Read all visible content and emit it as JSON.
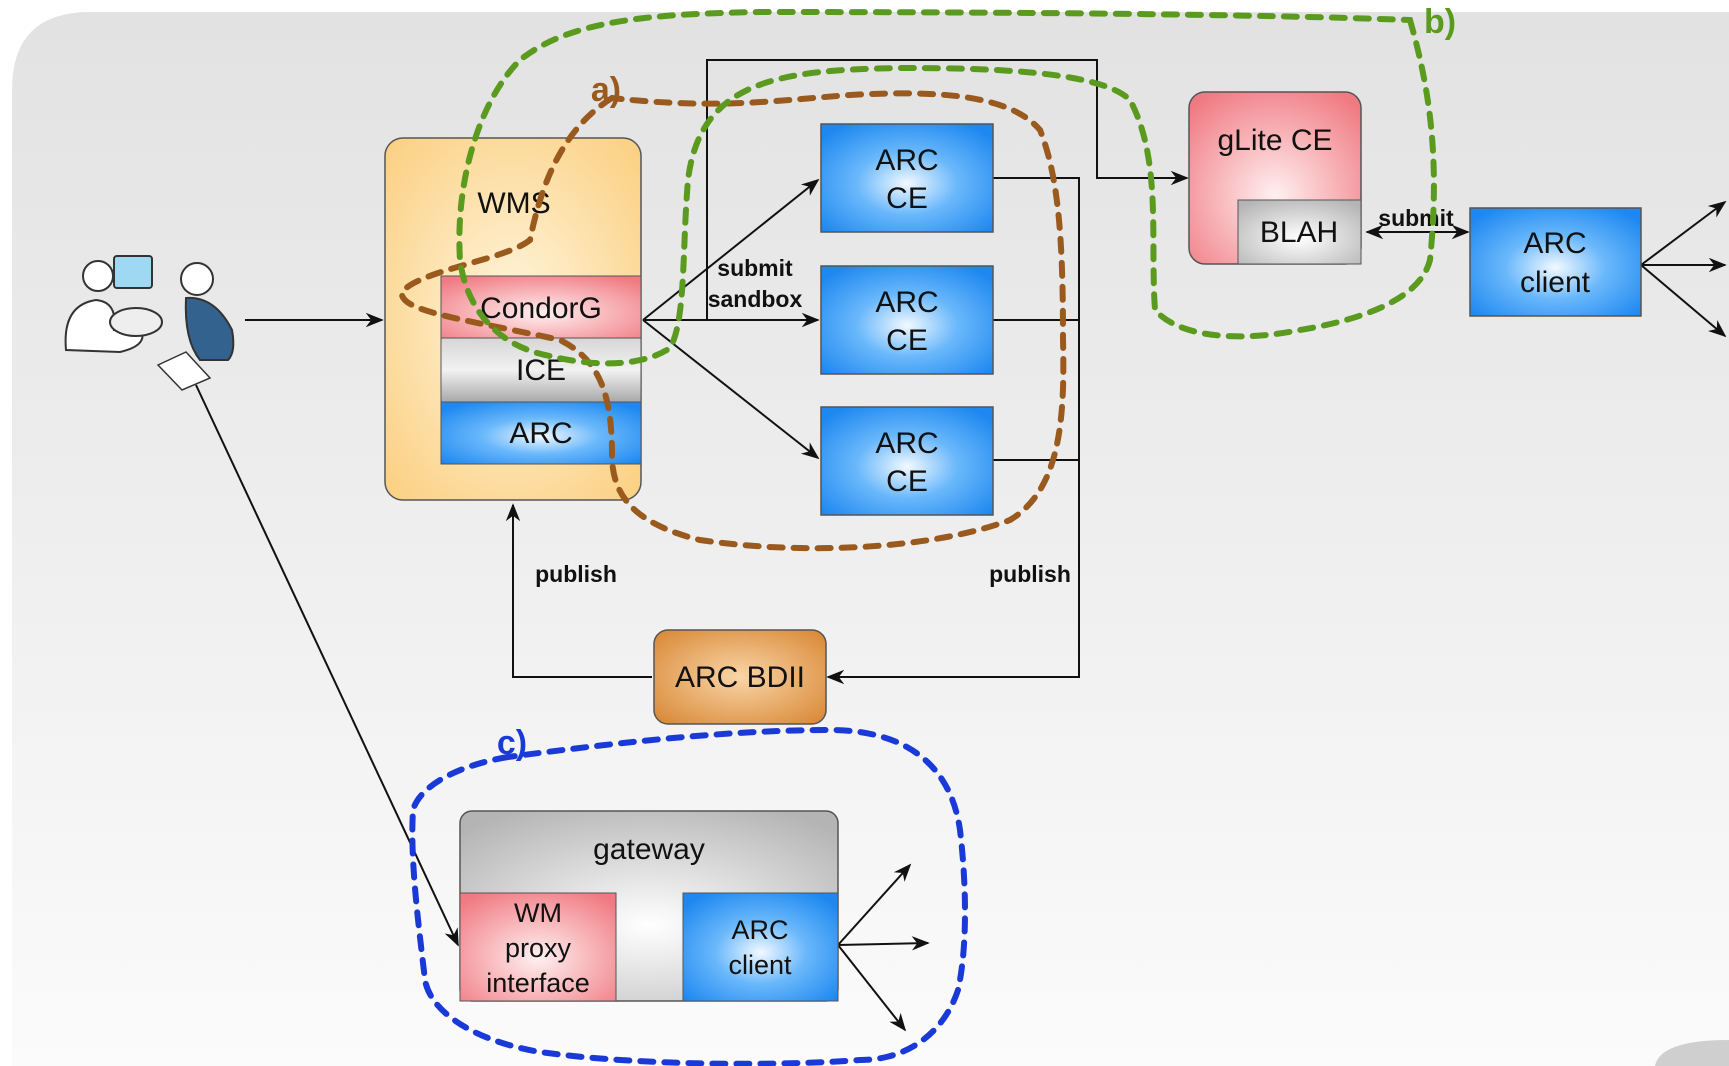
{
  "colors": {
    "green_loop": "#5a9a1e",
    "brown_loop": "#9a5a1e",
    "blue_loop": "#1a3ad8",
    "arc_blue": "#1e88f0",
    "condor_red": "#f07a82",
    "ice_grey": "#b8b8b8",
    "wms_orange": "#fbd489",
    "bdii_orange": "#dc8a38"
  },
  "nodes": {
    "wms": "WMS",
    "condorg": "CondorG",
    "ice": "ICE",
    "arc": "ARC",
    "arc_ce_line1": "ARC",
    "arc_ce_line2": "CE",
    "glite_ce": "gLite CE",
    "blah": "BLAH",
    "arc_client_line1": "ARC",
    "arc_client_line2": "client",
    "arc_bdii": "ARC BDII",
    "gateway": "gateway",
    "wm_proxy_line1": "WM",
    "wm_proxy_line2": "proxy",
    "wm_proxy_line3": "interface",
    "gw_arc_client_line1": "ARC",
    "gw_arc_client_line2": "client"
  },
  "edge_labels": {
    "submit_sandbox_line1": "submit",
    "submit_sandbox_line2": "sandbox",
    "submit_blah": "submit",
    "publish_left": "publish",
    "publish_right": "publish"
  },
  "markers": {
    "a": "a)",
    "b": "b)",
    "c": "c)"
  },
  "icons": [
    "users-icon"
  ]
}
